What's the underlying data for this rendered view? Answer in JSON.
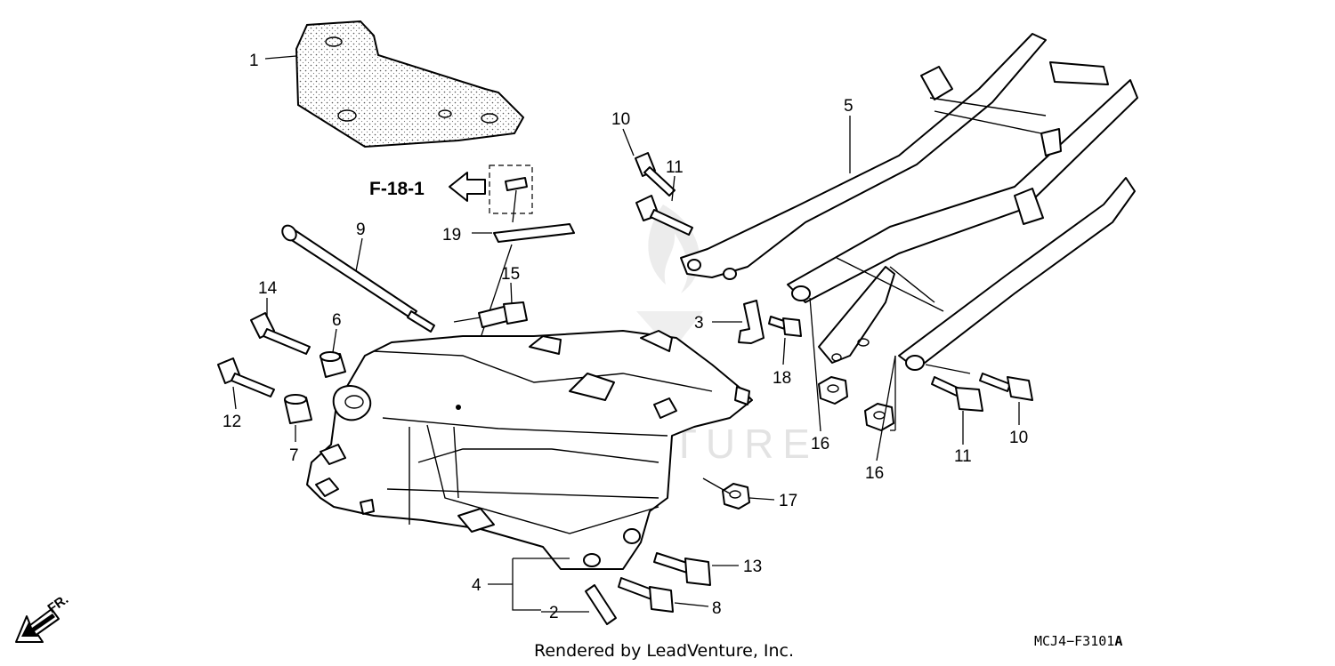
{
  "diagram": {
    "reference_label": "F-18-1",
    "part_numbers": [
      "1",
      "2",
      "3",
      "4",
      "5",
      "6",
      "7",
      "8",
      "9",
      "10",
      "10",
      "11",
      "11",
      "12",
      "13",
      "14",
      "15",
      "16",
      "16",
      "17",
      "18",
      "19"
    ],
    "footer_text": "Rendered by LeadVenture, Inc.",
    "diagram_code": "MCJ4−F3101",
    "diagram_code_suffix": "A",
    "front_label": "FR.",
    "watermark_text": "LEADVENTURE"
  }
}
